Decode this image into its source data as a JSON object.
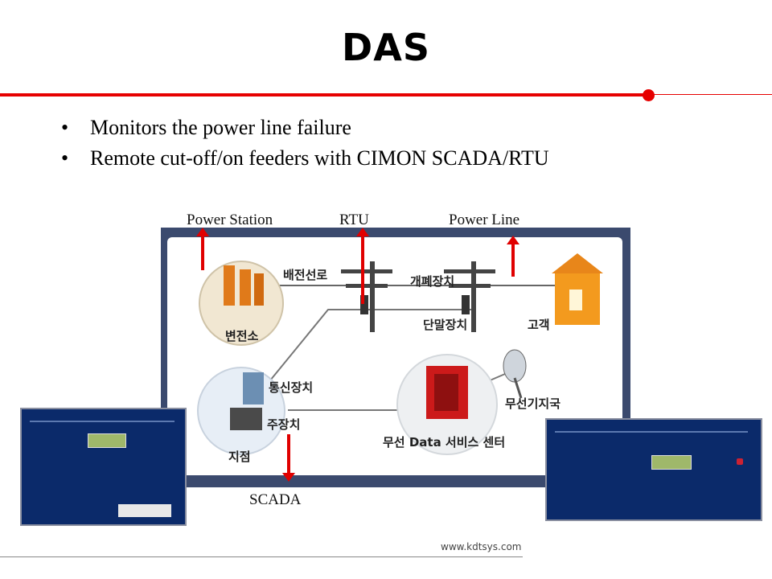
{
  "slide": {
    "title": "DAS",
    "bullets": [
      "Monitors the power line failure",
      "Remote cut-off/on  feeders with CIMON SCADA/RTU"
    ],
    "callouts": {
      "power_station": "Power Station",
      "rtu": "RTU",
      "power_line": "Power Line",
      "scada": "SCADA"
    },
    "diagram_labels": {
      "distribution_line": "배전선로",
      "switchgear": "개폐장치",
      "terminal": "단말장치",
      "customer": "고객",
      "substation": "변전소",
      "comm_device": "통신장치",
      "main_device": "주장치",
      "branch": "지점",
      "base_station": "무선기지국",
      "data_center": "무선 Data 서비스 센터"
    },
    "footer_url": "www.kdtsys.com",
    "colors": {
      "accent": "#e60000",
      "frame": "#3b4a6e",
      "device": "#0b2a6a",
      "building": "#f39a1e",
      "datacenter": "#cc1a1a"
    }
  }
}
